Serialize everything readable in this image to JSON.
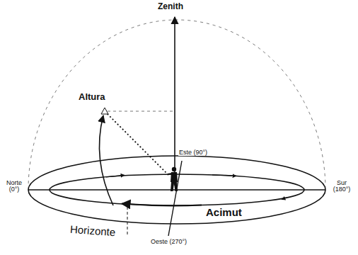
{
  "diagram": {
    "labels": [
      "Zenith",
      "Altura",
      "Este (90°)",
      "Norte (0°)",
      "Sur (180°)",
      "Acimut",
      "Horizonte",
      "Oeste (270°)"
    ]
  }
}
